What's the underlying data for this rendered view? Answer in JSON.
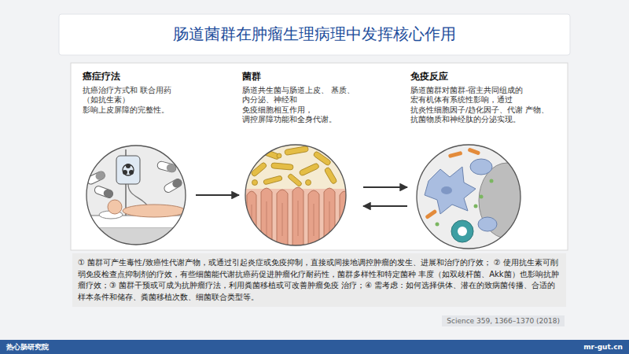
{
  "diagram": {
    "title": "肠道菌群在肿瘤生理病理中发挥核心作用",
    "nodes": [
      {
        "text": [
          "癌症疗法",
          "抗癌治疗方式和 联合用药（如抗生素） 影响上皮屏障的完整性。"
        ]
      },
      {
        "text": [
          "菌群",
          "肠道共生菌与肠道上皮、 基质、内分泌、神经和 免疫细胞相互作用， 调控屏障功能和全身代谢。"
        ]
      },
      {
        "text": [
          "免疫反应",
          "肠道菌群对菌群-宿主共同组成的 宏有机体有系统性影响，通过 抗炎性细胞因子/趋化因子、代谢 产物、抗菌物质和神经肽的分泌实现。"
        ]
      },
      {
        "text": [
          "① 菌群可产生毒性/致癌性代谢产物，或通过引起炎症或免疫抑制，直接或间接地调控肿瘤的发生、进展和治疗的疗效； ② 使用抗生素可削弱免疫检查点抑制剂的疗效，有些细菌能代谢抗癌药促进肿瘤化疗耐药性，菌群多样性和特定菌种 丰度（如双歧杆菌、Akk菌）也影响抗肿瘤疗效；③ 菌群干预或可成为抗肿瘤疗法，利用粪菌移植或可改善肿瘤免疫 治疗；④ 需考虑：如何选择供体、潜在的致病菌传播、合适的样本条件和储存、粪菌移植次数、细菌联合类型等。"
        ]
      },
      {
        "text": [
          "Science 359, 1366–1370 (2018)"
        ]
      },
      {
        "text": [
          "热心肠研究院",
          "mr-gut.cn"
        ]
      }
    ],
    "edges": [
      {
        "from": 0,
        "to": 1,
        "arrow": "to"
      },
      {
        "from": 1,
        "to": 2,
        "arrow": "to"
      },
      {
        "from": 2,
        "to": 1,
        "arrow": "to"
      }
    ]
  }
}
